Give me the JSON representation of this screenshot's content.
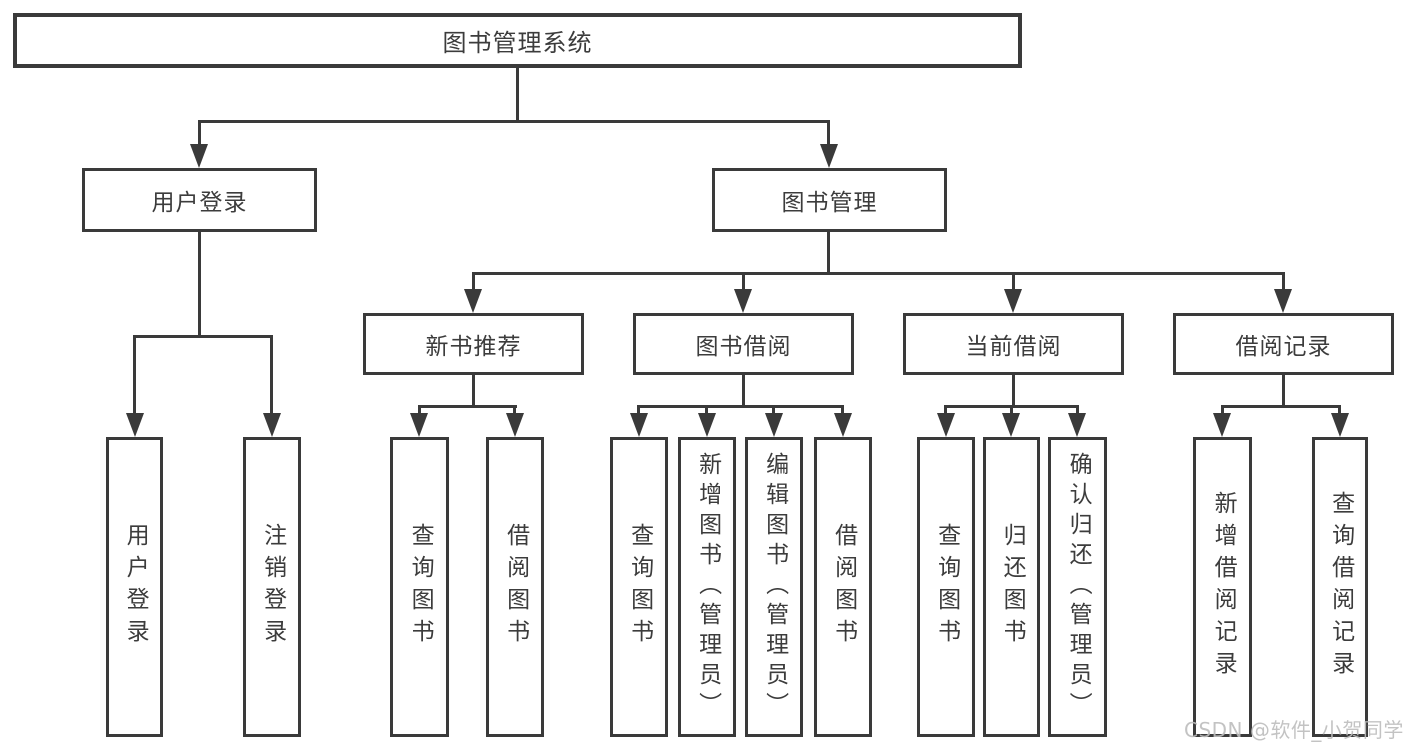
{
  "diagram": {
    "title": "图书管理系统",
    "children": [
      {
        "label": "用户登录",
        "children": [
          {
            "label": "用户登录"
          },
          {
            "label": "注销登录"
          }
        ]
      },
      {
        "label": "图书管理",
        "children": [
          {
            "label": "新书推荐",
            "children": [
              {
                "label": "查询图书"
              },
              {
                "label": "借阅图书"
              }
            ]
          },
          {
            "label": "图书借阅",
            "children": [
              {
                "label": "查询图书"
              },
              {
                "label": "新增图书（管理员）"
              },
              {
                "label": "编辑图书（管理员）"
              },
              {
                "label": "借阅图书"
              }
            ]
          },
          {
            "label": "当前借阅",
            "children": [
              {
                "label": "查询图书"
              },
              {
                "label": "归还图书"
              },
              {
                "label": "确认归还（管理员）"
              }
            ]
          },
          {
            "label": "借阅记录",
            "children": [
              {
                "label": "新增借阅记录"
              },
              {
                "label": "查询借阅记录"
              }
            ]
          }
        ]
      }
    ]
  },
  "watermark": {
    "text": "CSDN @软件_小贺同学"
  },
  "colors": {
    "line": "#3a3a3a",
    "text": "#3c3c3c",
    "watermark": "#bdbdbd",
    "background": "#ffffff"
  }
}
